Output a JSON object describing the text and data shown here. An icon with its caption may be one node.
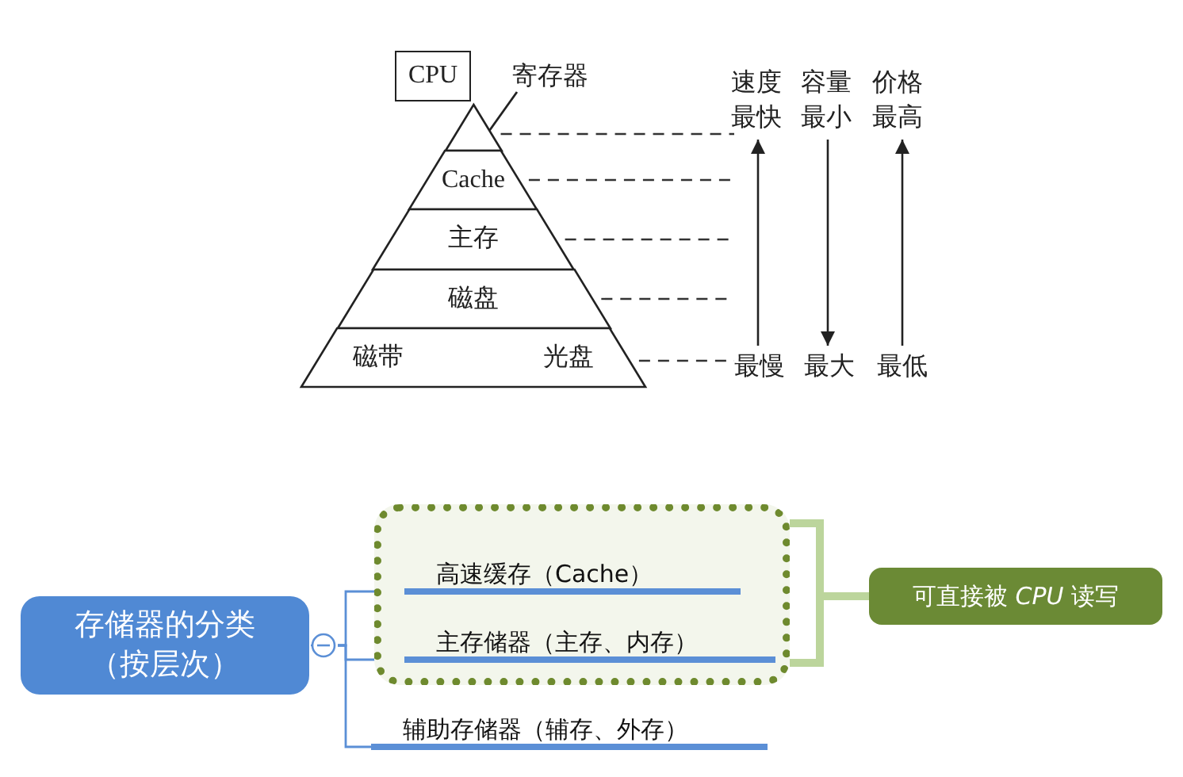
{
  "diagram": {
    "nodes": [
      {
        "text": [
          "CPU"
        ]
      },
      {
        "text": [
          "寄存器"
        ]
      },
      {
        "text": [],
        "shape": "triangle"
      },
      {
        "text": [
          "Cache"
        ]
      },
      {
        "text": [
          "主存"
        ]
      },
      {
        "text": [
          "磁盘"
        ]
      },
      {
        "text": [
          "磁带",
          "光盘"
        ]
      },
      {
        "text": [
          "存储器的分类（按层次）"
        ]
      },
      {
        "text": [],
        "shape": "box"
      },
      {
        "text": [
          "高速缓存（Cache）"
        ],
        "in": 8
      },
      {
        "text": [
          "主存储器（主存、内存）"
        ],
        "in": 8
      },
      {
        "text": [
          "辅助存储器（辅存、外存）"
        ]
      },
      {
        "text": [
          "可直接被 *CPU* 读写"
        ]
      }
    ],
    "edges": [
      {
        "from": 1,
        "to": 2,
        "arrow": "none",
        "color": "#222222"
      },
      {
        "from": 7,
        "to": 9,
        "arrow": "none"
      },
      {
        "from": 7,
        "to": 10,
        "arrow": "none"
      },
      {
        "from": 7,
        "to": 11,
        "arrow": "none"
      },
      {
        "from": 8,
        "to": 12,
        "arrow": "none",
        "style": "thick",
        "color": "#bcd59c"
      }
    ],
    "labels": [
      "速度",
      "容量",
      "价格",
      "最快",
      "最小",
      "最高",
      "最慢",
      "最大",
      "最低"
    ]
  }
}
